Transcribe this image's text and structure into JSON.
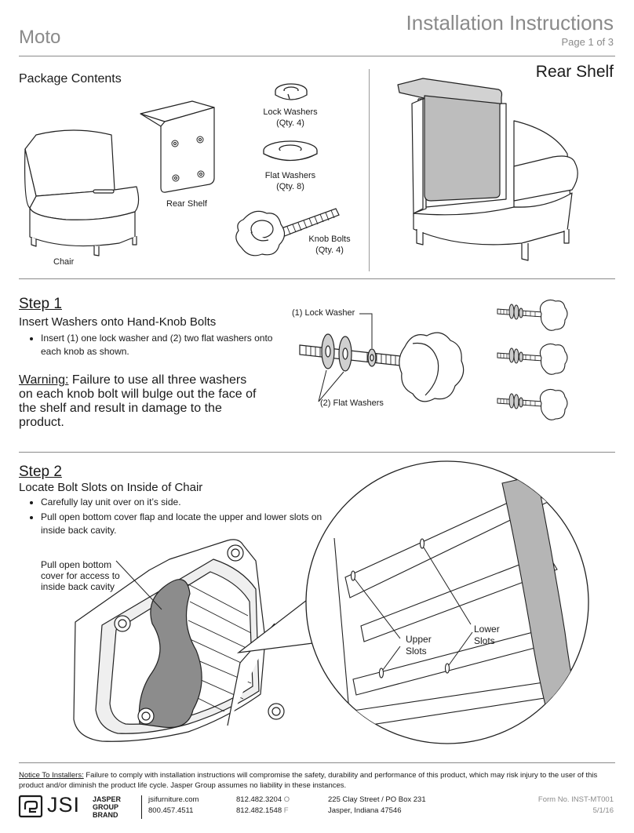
{
  "header": {
    "product": "Moto",
    "title": "Installation Instructions",
    "page": "Page 1 of 3"
  },
  "package": {
    "title": "Package Contents",
    "items": {
      "chair": "Chair",
      "rear_shelf": "Rear Shelf",
      "lock_washers": "Lock Washers",
      "lock_washers_qty": "(Qty. 4)",
      "flat_washers": "Flat Washers",
      "flat_washers_qty": "(Qty. 8)",
      "knob_bolts": "Knob Bolts",
      "knob_bolts_qty": "(Qty. 4)"
    }
  },
  "rear_shelf_title": "Rear Shelf",
  "step1": {
    "heading": "Step 1",
    "subheading": "Insert Washers onto Hand-Knob Bolts",
    "bullets": [
      "Insert (1) one lock washer and (2) two flat washers onto each knob as shown."
    ],
    "warning_label": "Warning:",
    "warning_text": " Failure to use all three washers on each knob bolt will bulge out the face of the shelf and result in damage to the product.",
    "callout_lock": "(1) Lock Washer",
    "callout_flat": "(2) Flat Washers"
  },
  "step2": {
    "heading": "Step 2",
    "subheading": "Locate Bolt Slots on Inside of Chair",
    "bullets": [
      "Carefully lay unit over on it’s side.",
      "Pull open bottom cover flap and locate the upper and lower slots on inside back cavity."
    ],
    "callout_cover": "Pull open bottom cover for access to inside back cavity",
    "callout_upper_1": "Upper",
    "callout_upper_2": "Slots",
    "callout_lower_1": "Lower",
    "callout_lower_2": "Slots"
  },
  "notice": {
    "label": "Notice To Installers:",
    "text": " Failure to comply with installation instructions will compromise the safety, durability and performance of this product, which may risk injury to the user of this product and/or diminish the product life cycle. Jasper Group assumes no liability in these instances."
  },
  "footer": {
    "brand": "JSI",
    "group_line1": "JASPER",
    "group_line2": "GROUP",
    "group_line3": "BRAND",
    "website": "jsifurniture.com",
    "phone_tollfree": "800.457.4511",
    "phone_office": "812.482.3204",
    "phone_office_suffix": "O",
    "phone_fax": "812.482.1548",
    "phone_fax_suffix": "F",
    "address_line1": "225 Clay Street / PO Box 231",
    "address_line2": "Jasper, Indiana 47546",
    "form_no": "Form No. INST-MT001",
    "date": "5/1/16"
  }
}
